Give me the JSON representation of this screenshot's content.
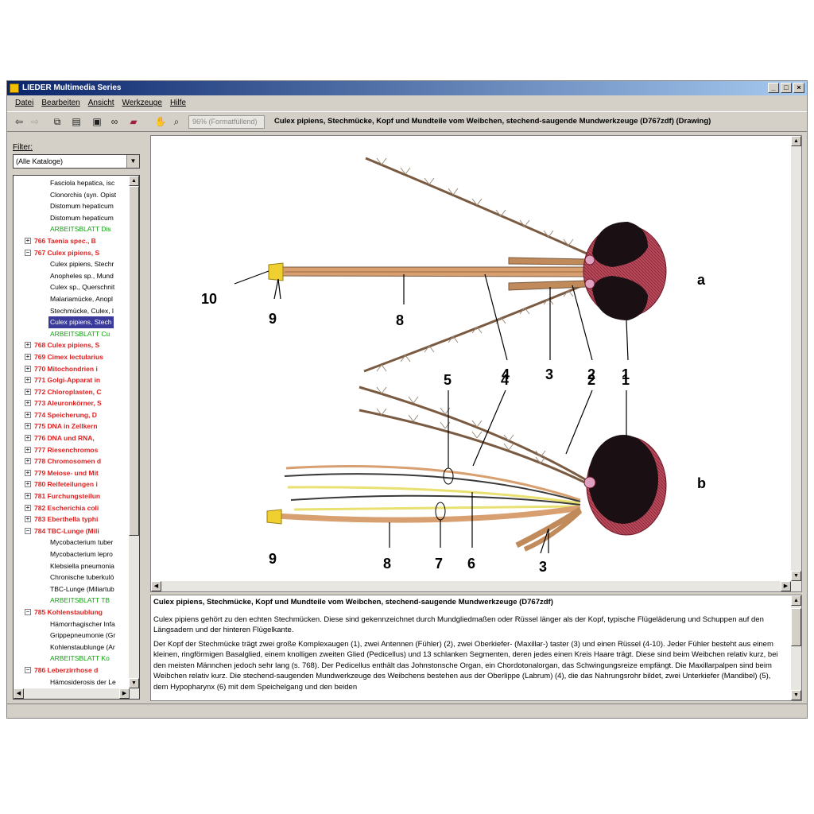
{
  "window": {
    "title": "LIEDER Multimedia Series",
    "controls": [
      "_",
      "□",
      "×"
    ]
  },
  "menu": [
    "Datei",
    "Bearbeiten",
    "Ansicht",
    "Werkzeuge",
    "Hilfe"
  ],
  "toolbar": {
    "zoom": "96% (Formatfüllend)",
    "document_title": "Culex pipiens, Stechmücke, Kopf und Mundteile vom Weibchen, stechend-saugende Mundwerkzeuge  (D767zdf) (Drawing)"
  },
  "sidebar": {
    "filter_label": "Filter:",
    "filter_value": "(Alle Kataloge)",
    "tree": [
      {
        "type": "item",
        "text": "Fasciola hepatica, isc"
      },
      {
        "type": "item",
        "text": "Clonorchis (syn. Opist"
      },
      {
        "type": "item",
        "text": "Distomum hepaticum"
      },
      {
        "type": "item",
        "text": "Distomum hepaticum"
      },
      {
        "type": "ws",
        "text": "ARBEITSBLATT Dis"
      },
      {
        "type": "cat",
        "text": "766  Taenia spec., B",
        "exp": "+"
      },
      {
        "type": "cat",
        "text": "767  Culex pipiens, S",
        "exp": "−"
      },
      {
        "type": "item",
        "text": "Culex pipiens, Stechr"
      },
      {
        "type": "item",
        "text": "Anopheles sp., Mund"
      },
      {
        "type": "item",
        "text": "Culex sp., Querschnit"
      },
      {
        "type": "item",
        "text": "Malariamücke, Anopl"
      },
      {
        "type": "item",
        "text": "Stechmücke, Culex, l"
      },
      {
        "type": "sel",
        "text": "Culex pipiens, Stech"
      },
      {
        "type": "ws",
        "text": "ARBEITSBLATT Cu"
      },
      {
        "type": "cat",
        "text": "768  Culex pipiens, S",
        "exp": "+"
      },
      {
        "type": "cat",
        "text": "769  Cimex lectularius",
        "exp": "+"
      },
      {
        "type": "cat",
        "text": "770  Mitochondrien i",
        "exp": "+"
      },
      {
        "type": "cat",
        "text": "771  Golgi-Apparat in",
        "exp": "+"
      },
      {
        "type": "cat",
        "text": "772  Chloroplasten, C",
        "exp": "+"
      },
      {
        "type": "cat",
        "text": "773  Aleuronkörner, S",
        "exp": "+"
      },
      {
        "type": "cat",
        "text": "774  Speicherung, D",
        "exp": "+"
      },
      {
        "type": "cat",
        "text": "775  DNA in Zellkern",
        "exp": "+"
      },
      {
        "type": "cat",
        "text": "776  DNA und RNA,",
        "exp": "+"
      },
      {
        "type": "cat",
        "text": "777  Riesenchromos",
        "exp": "+"
      },
      {
        "type": "cat",
        "text": "778  Chromosomen d",
        "exp": "+"
      },
      {
        "type": "cat",
        "text": "779  Meiose- und Mit",
        "exp": "+"
      },
      {
        "type": "cat",
        "text": "780  Reifeteilungen i",
        "exp": "+"
      },
      {
        "type": "cat",
        "text": "781  Furchungsteilun",
        "exp": "+"
      },
      {
        "type": "cat",
        "text": "782  Escherichia coli",
        "exp": "+"
      },
      {
        "type": "cat",
        "text": "783  Eberthella typhi",
        "exp": "+"
      },
      {
        "type": "cat",
        "text": "784  TBC-Lunge (Mili",
        "exp": "−"
      },
      {
        "type": "item",
        "text": "Mycobacterium tuber"
      },
      {
        "type": "item",
        "text": "Mycobacterium lepro"
      },
      {
        "type": "item",
        "text": "Klebsiella pneumonia"
      },
      {
        "type": "item",
        "text": "Chronische tuberkulö"
      },
      {
        "type": "item",
        "text": "TBC-Lunge (Miliartub"
      },
      {
        "type": "ws",
        "text": "ARBEITSBLATT TB"
      },
      {
        "type": "cat",
        "text": "785  Kohlenstaublung",
        "exp": "−"
      },
      {
        "type": "item",
        "text": "Hämorrhagischer Infa"
      },
      {
        "type": "item",
        "text": "Grippepneumonie (Gr"
      },
      {
        "type": "item",
        "text": "Kohlenstaublunge (Ar"
      },
      {
        "type": "ws",
        "text": "ARBEITSBLATT Ko"
      },
      {
        "type": "cat",
        "text": "786  Leberzirrhose d",
        "exp": "−"
      },
      {
        "type": "item",
        "text": "Hämosiderosis der Le"
      }
    ]
  },
  "drawing": {
    "labels_a": [
      "10",
      "9",
      "8",
      "4",
      "3",
      "2",
      "1",
      "a"
    ],
    "labels_b": [
      "5",
      "4",
      "2",
      "1",
      "b",
      "9",
      "8",
      "7",
      "6",
      "3"
    ]
  },
  "description": {
    "heading": "Culex pipiens, Stechmücke, Kopf und Mundteile vom Weibchen, stechend-saugende Mundwerkzeuge  (D767zdf)",
    "p1": "Culex pipiens gehört zu den echten Stechmücken. Diese sind gekennzeichnet durch Mundgliedmaßen oder Rüssel länger als der Kopf, typische Flügeläderung und Schuppen auf den Längsadern und der hinteren Flügelkante.",
    "p2": "Der Kopf der Stechmücke trägt zwei große Komplexaugen (1), zwei Antennen (Fühler) (2), zwei Oberkiefer- (Maxillar-) taster (3) und einen Rüssel (4-10). Jeder Fühler besteht aus einem kleinen, ringförmigen Basalglied, einem knolligen zweiten Glied (Pedicellus) und 13 schlanken Segmenten, deren jedes einen Kreis Haare trägt. Diese sind beim Weibchen relativ kurz, bei den meisten Männchen jedoch sehr lang (s. 768). Der Pedicellus enthält das Johnstonsche Organ, ein Chordotonalorgan, das Schwingungsreize empfängt. Die Maxillarpalpen sind beim Weibchen relativ kurz. Die stechend-saugenden Mundwerkzeuge des Weibchens bestehen aus der Oberlippe (Labrum) (4), die das Nahrungsrohr bildet, zwei Unterkiefer (Mandibel) (5), dem Hypopharynx (6) mit dem Speichelgang und den beiden"
  }
}
